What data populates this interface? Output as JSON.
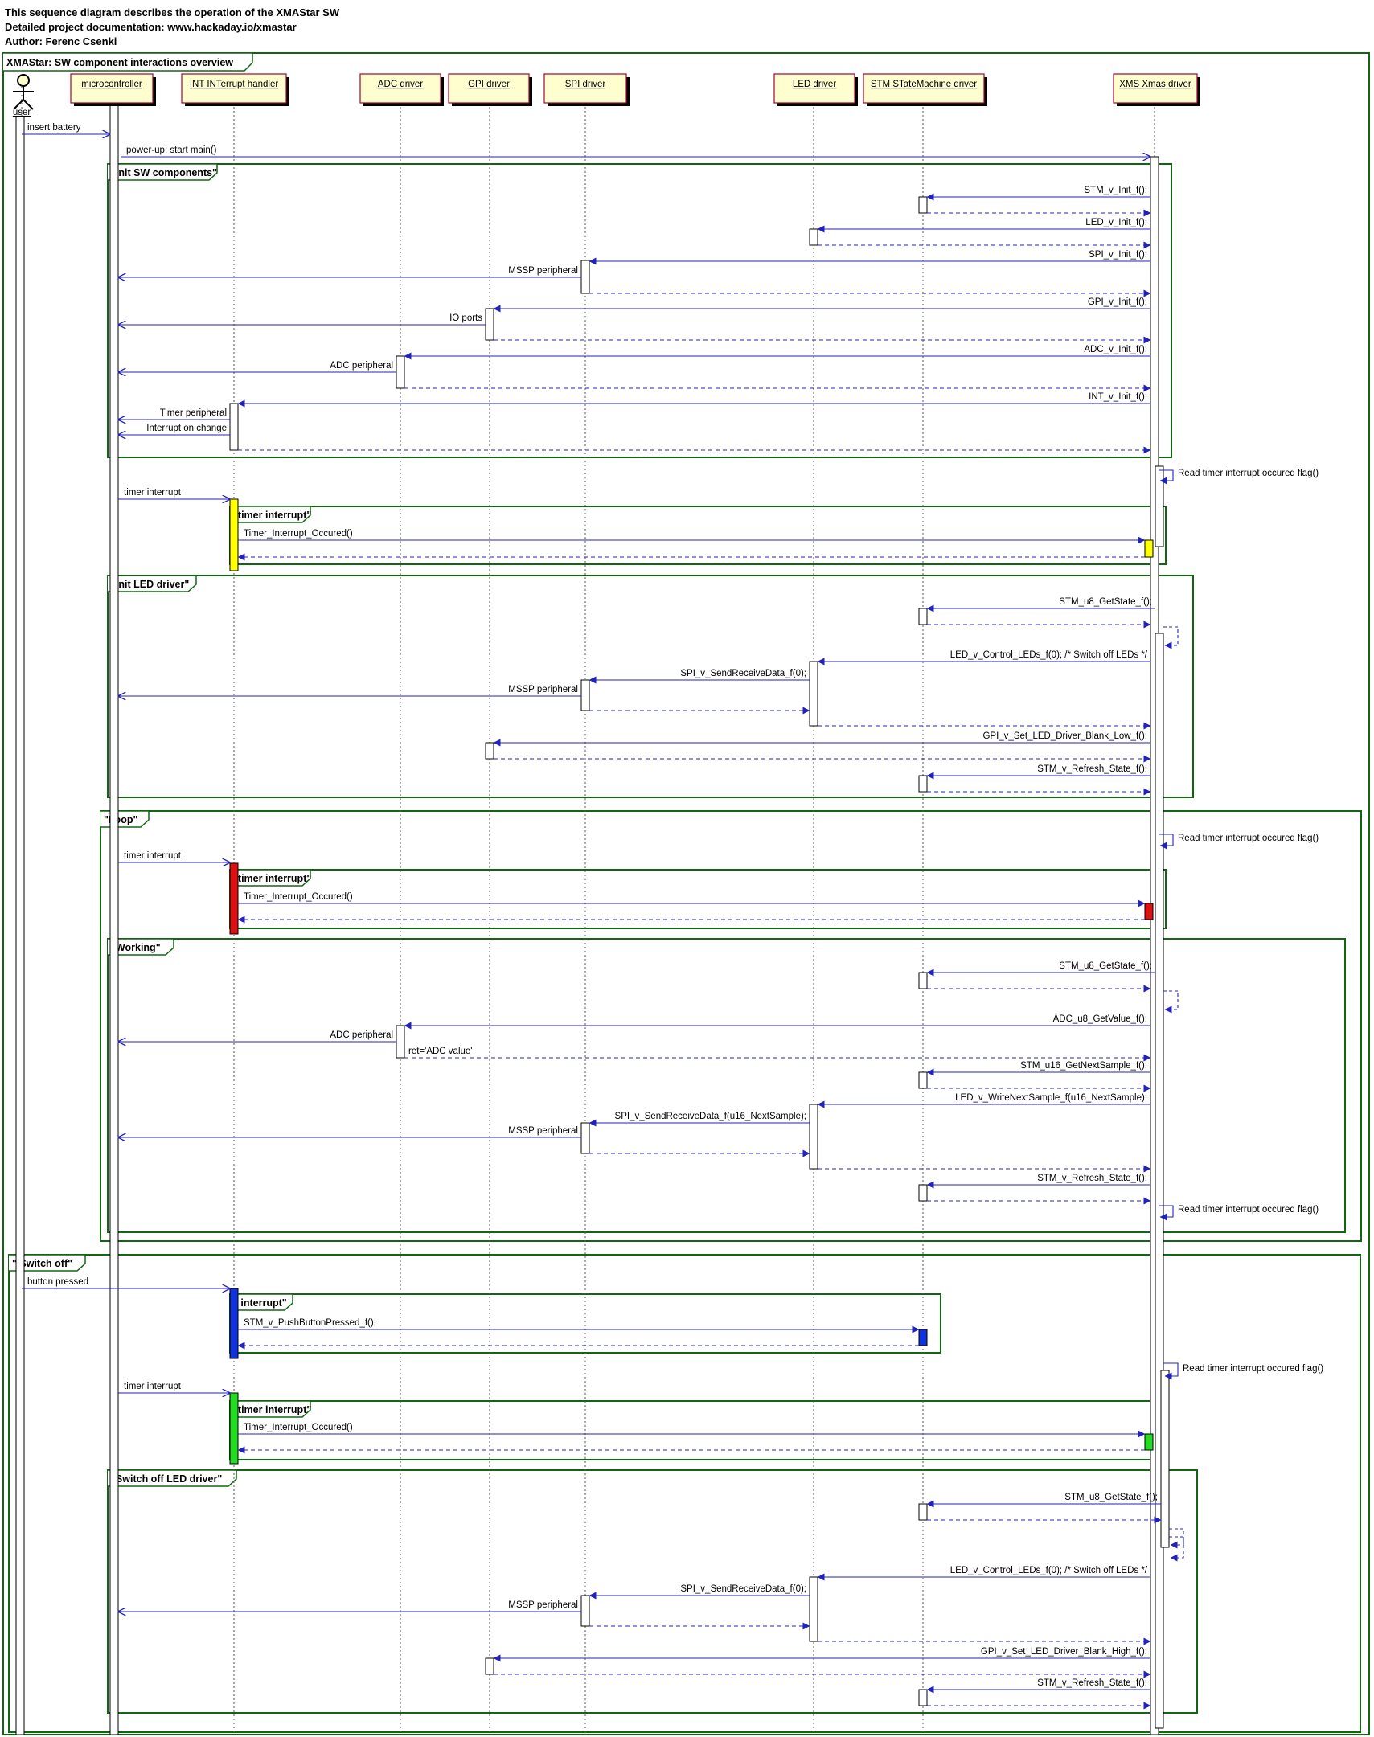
{
  "header": {
    "lines": [
      "This sequence diagram describes the operation of the XMAStar SW",
      "Detailed project documentation: www.hackaday.io/xmastar",
      "Author: Ferenc Csenki"
    ]
  },
  "outer_frame": {
    "title": "XMAStar: SW component interactions overview"
  },
  "participants": [
    {
      "id": "user",
      "label": "user",
      "actor": true
    },
    {
      "id": "mc",
      "label": "microcontroller"
    },
    {
      "id": "int",
      "label": "INT INTerrupt handler"
    },
    {
      "id": "adc",
      "label": "ADC driver"
    },
    {
      "id": "gpi",
      "label": "GPI driver"
    },
    {
      "id": "spi",
      "label": "SPI driver"
    },
    {
      "id": "led",
      "label": "LED driver"
    },
    {
      "id": "stm",
      "label": "STM STateMachine driver"
    },
    {
      "id": "xms",
      "label": "XMS Xmas driver"
    }
  ],
  "frames": [
    {
      "title": "\"init SW components\""
    },
    {
      "title": "\"timer interrupt\""
    },
    {
      "title": "\"init LED driver\""
    },
    {
      "title": "\"Loop\""
    },
    {
      "title": "\"timer interrupt\""
    },
    {
      "title": "\"Working\""
    },
    {
      "title": "\" Switch off\""
    },
    {
      "title": "\" interrupt\""
    },
    {
      "title": "\"timer interrupt\""
    },
    {
      "title": "\"Switch off LED driver\""
    }
  ],
  "messages": [
    "insert battery",
    "power-up: start main()",
    "STM_v_Init_f();",
    "LED_v_Init_f();",
    "SPI_v_Init_f();",
    "MSSP peripheral",
    "GPI_v_Init_f();",
    "IO ports",
    "ADC_v_Init_f();",
    "ADC peripheral",
    "INT_v_Init_f();",
    "Timer peripheral",
    "Interrupt on change",
    "Read timer interrupt occured flag()",
    "timer interrupt",
    "Timer_Interrupt_Occured()",
    "STM_u8_GetState_f();",
    "LED_v_Control_LEDs_f(0); /* Switch off LEDs */",
    "SPI_v_SendReceiveData_f(0);",
    "MSSP peripheral",
    "GPI_v_Set_LED_Driver_Blank_Low_f();",
    "STM_v_Refresh_State_f();",
    "Read timer interrupt occured flag()",
    "timer interrupt",
    "Timer_Interrupt_Occured()",
    "STM_u8_GetState_f();",
    "ADC_u8_GetValue_f();",
    "ADC peripheral",
    "ret='ADC value'",
    "STM_u16_GetNextSample_f();",
    "LED_v_WriteNextSample_f(u16_NextSample);",
    "SPI_v_SendReceiveData_f(u16_NextSample);",
    "MSSP peripheral",
    "STM_v_Refresh_State_f();",
    "Read timer interrupt occured flag()",
    "button pressed",
    "STM_v_PushButtonPressed_f();",
    "Read timer interrupt occured flag()",
    "timer interrupt",
    "Timer_Interrupt_Occured()",
    "STM_u8_GetState_f();",
    "LED_v_Control_LEDs_f(0); /* Switch off LEDs */",
    "SPI_v_SendReceiveData_f(0);",
    "MSSP peripheral",
    "GPI_v_Set_LED_Driver_Blank_High_f();",
    "STM_v_Refresh_State_f();"
  ],
  "colors": {
    "arrow": "#2222bb",
    "frame": "#116611",
    "participant_fill": "#fefece",
    "participant_border": "#a80036",
    "activation_yellow": "#ffff00",
    "activation_red": "#dd1111",
    "activation_blue": "#1133dd",
    "activation_green": "#22dd22"
  }
}
